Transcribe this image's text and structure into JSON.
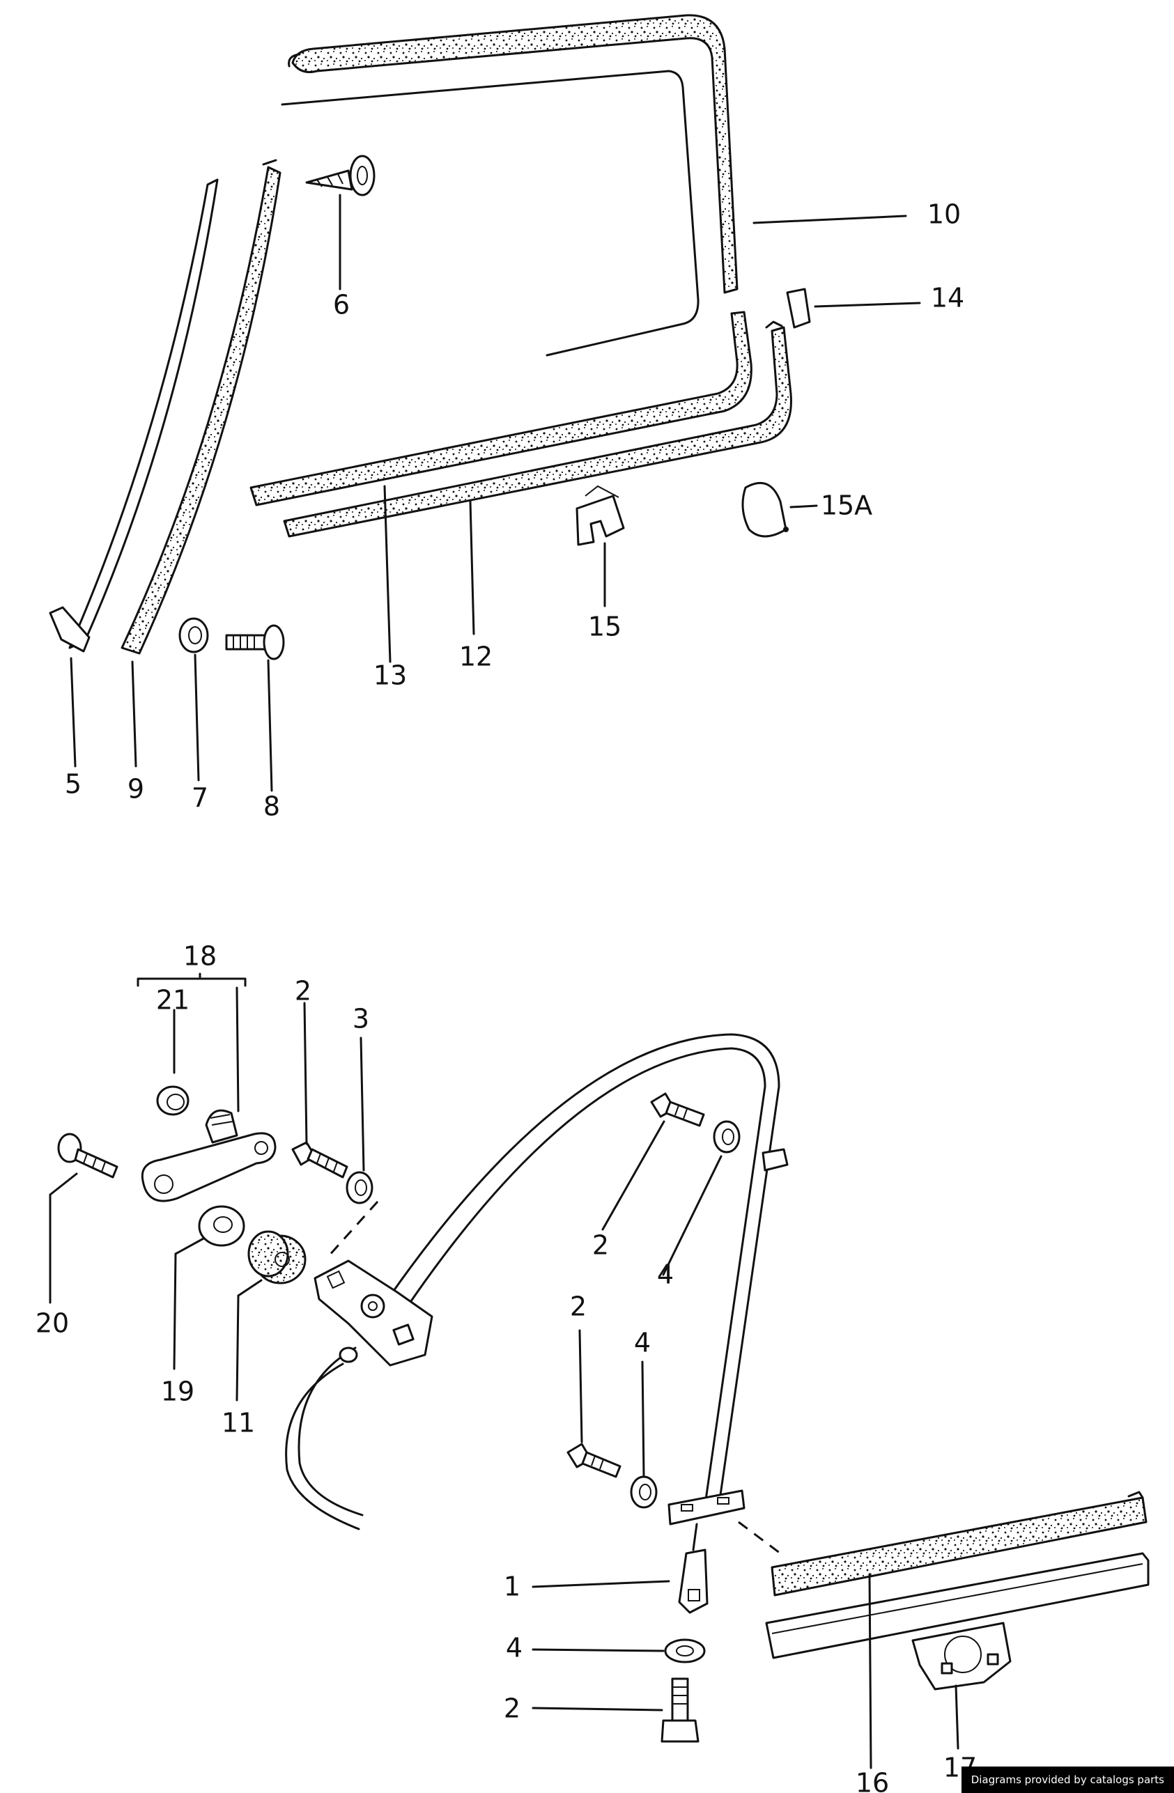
{
  "credit": "Diagrams provided by catalogs parts",
  "callouts": {
    "c10": "10",
    "c14": "14",
    "c6": "6",
    "c15a": "15A",
    "c15": "15",
    "c13": "13",
    "c12": "12",
    "c5": "5",
    "c9": "9",
    "c7": "7",
    "c8": "8",
    "c18": "18",
    "c21": "21",
    "c2a": "2",
    "c3": "3",
    "c20": "20",
    "c19": "19",
    "c11": "11",
    "c2b": "2",
    "c4a": "4",
    "c2c": "2",
    "c4b": "4",
    "c1": "1",
    "c4c": "4",
    "c2d": "2",
    "c16": "16",
    "c17": "17"
  }
}
